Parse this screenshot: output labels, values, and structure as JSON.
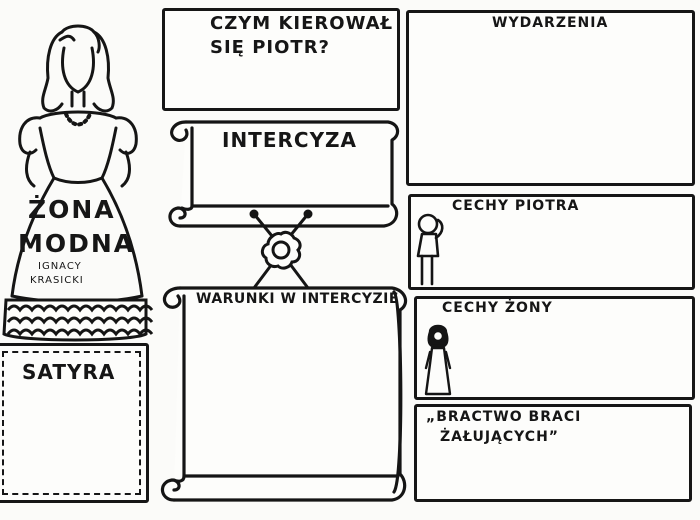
{
  "worksheet": {
    "title_line1": "ŻONA",
    "title_line2": "MODNA",
    "author_line1": "IGNACY",
    "author_line2": "KRASICKI"
  },
  "boxes": {
    "question_line1": "CZYM KIEROWAŁ",
    "question_line2": "SIĘ PIOTR?",
    "events": "WYDARZENIA",
    "piotr_traits": "CECHY PIOTRA",
    "wife_traits": "CECHY ŻONY",
    "brotherhood_line1": "„BRACTWO BRACI",
    "brotherhood_line2": "ŻAŁUJĄCYCH”",
    "satire": "SATYRA"
  },
  "scrolls": {
    "intercyza": "INTERCYZA",
    "conditions": "WARUNKI W INTERCYZIE"
  },
  "icons": {
    "woman": "woman-in-gown-icon",
    "piotr": "thinking-man-icon",
    "wife": "woman-figure-icon",
    "seal": "wax-seal-icon"
  }
}
